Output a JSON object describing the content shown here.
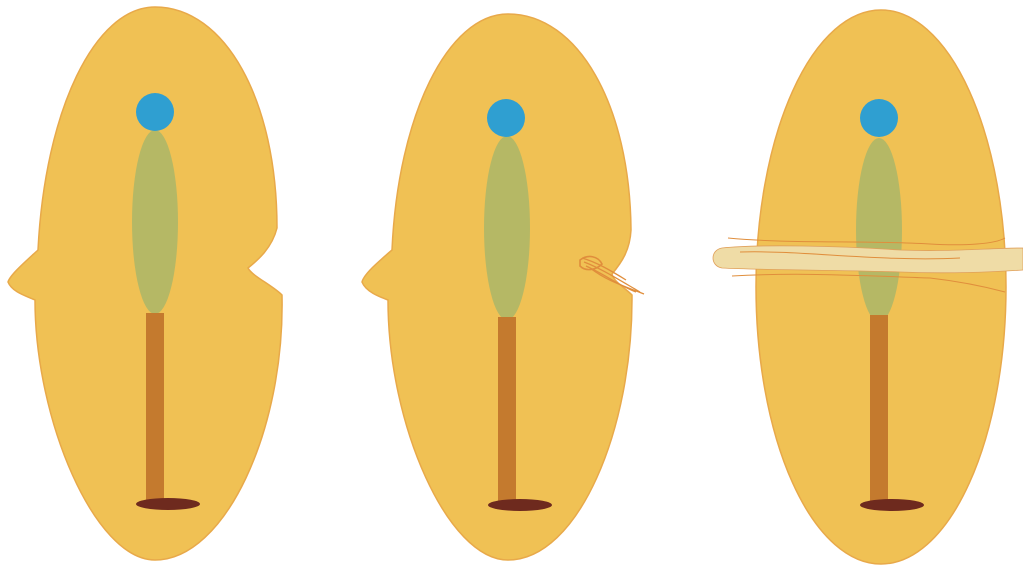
{
  "colors": {
    "background": "#ffffff",
    "body_fill": "#f0c154",
    "body_edge": "#e8a94a",
    "head": "#2f9fd1",
    "bulb": "#b5b865",
    "stem": "#c47a2e",
    "base": "#6e2a1e",
    "strand": "#efdca6",
    "strand_edge": "#e0a05a",
    "fibre": "#e08e3c"
  },
  "panels": [
    {
      "variant": "notched",
      "notch_content": "none"
    },
    {
      "variant": "notched",
      "notch_content": "fibre-tuft"
    },
    {
      "variant": "smooth",
      "crossing_strand": true
    }
  ]
}
